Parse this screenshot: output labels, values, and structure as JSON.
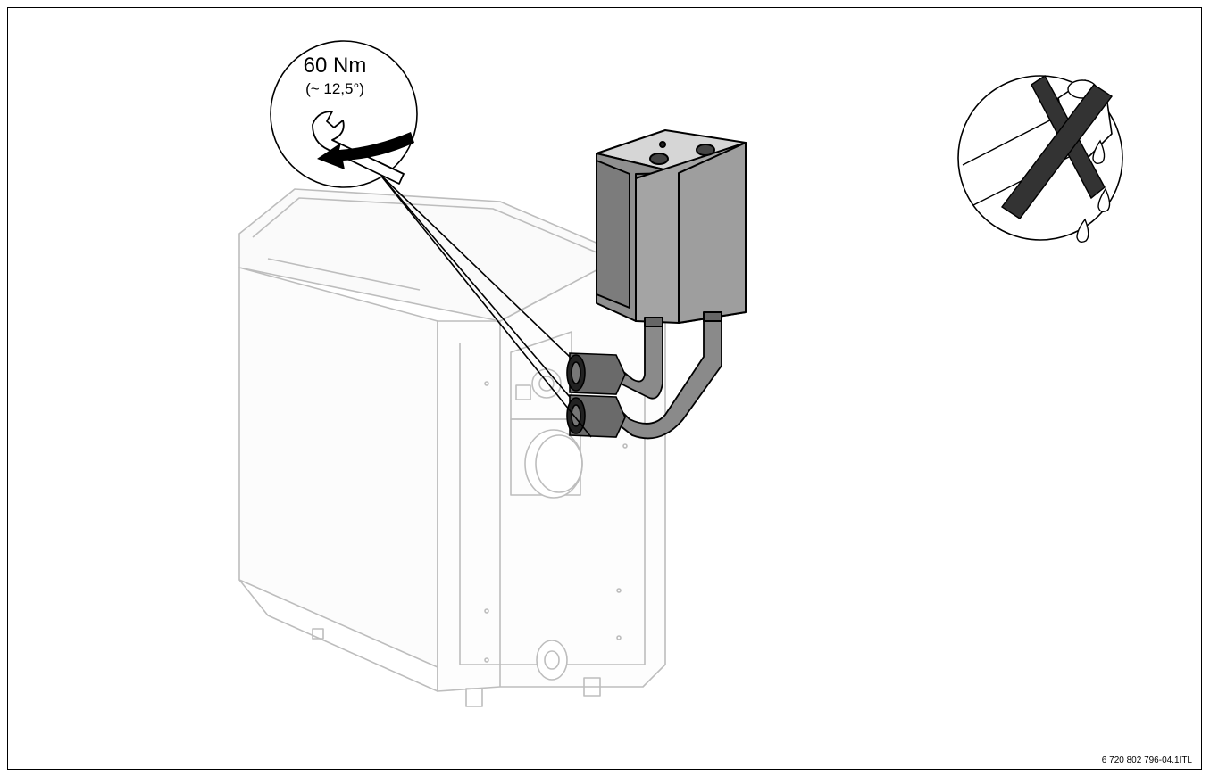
{
  "torque": {
    "value": "60 Nm",
    "angle": "(~ 12,5°)"
  },
  "figure_code": "6 720 802 796-04.1ITL",
  "icons": [
    "wrench-icon",
    "rotation-arrow-icon",
    "prohibited-leak-icon",
    "water-drop-icon"
  ],
  "colors": {
    "outline": "#000000",
    "boiler_outline": "#bdbdbd",
    "module_fill": "#9e9e9e",
    "pipe_fill": "#8a8a8a"
  }
}
